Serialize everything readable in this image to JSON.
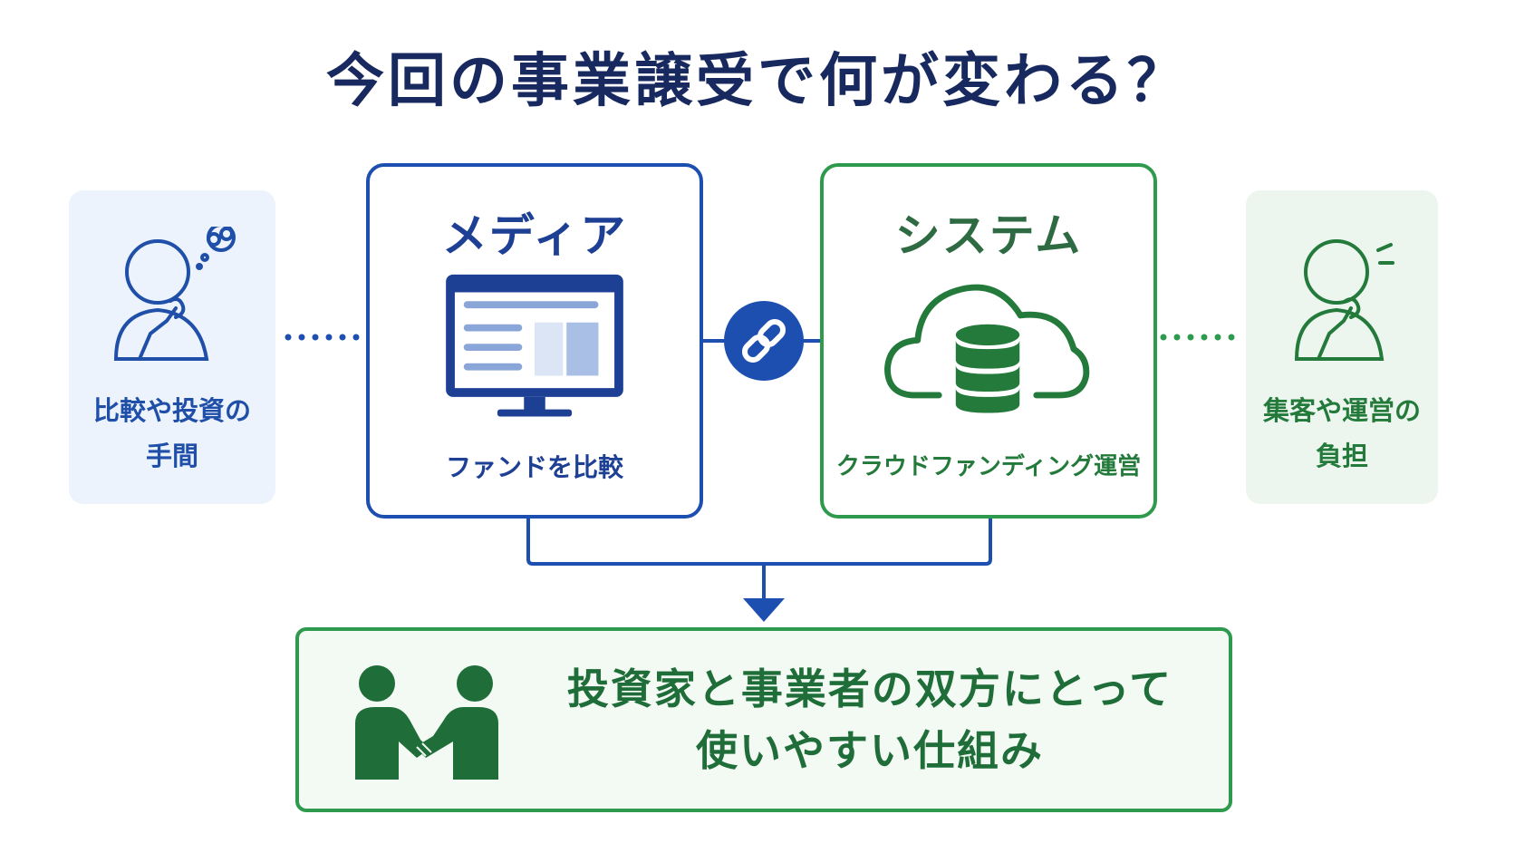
{
  "title": "今回の事業譲受で何が変わる？",
  "left_pain": {
    "line1": "比較や投資の",
    "line2": "手間",
    "icon": "thinking-person-icon"
  },
  "right_pain": {
    "line1": "集客や運営の",
    "line2": "負担",
    "icon": "worried-person-icon"
  },
  "media": {
    "heading": "メディア",
    "sub": "ファンドを比較",
    "icon": "monitor-icon"
  },
  "system": {
    "heading": "システム",
    "sub": "クラウドファンディング運営",
    "icon": "cloud-database-icon"
  },
  "link_icon": "link-icon",
  "result": {
    "line1": "投資家と事業者の双方にとって",
    "line2": "使いやすい仕組み",
    "icon": "handshake-icon"
  },
  "colors": {
    "navy": "#17295e",
    "blue": "#1d4fb0",
    "green": "#2e9a4e",
    "dark_green": "#1f6d38"
  }
}
